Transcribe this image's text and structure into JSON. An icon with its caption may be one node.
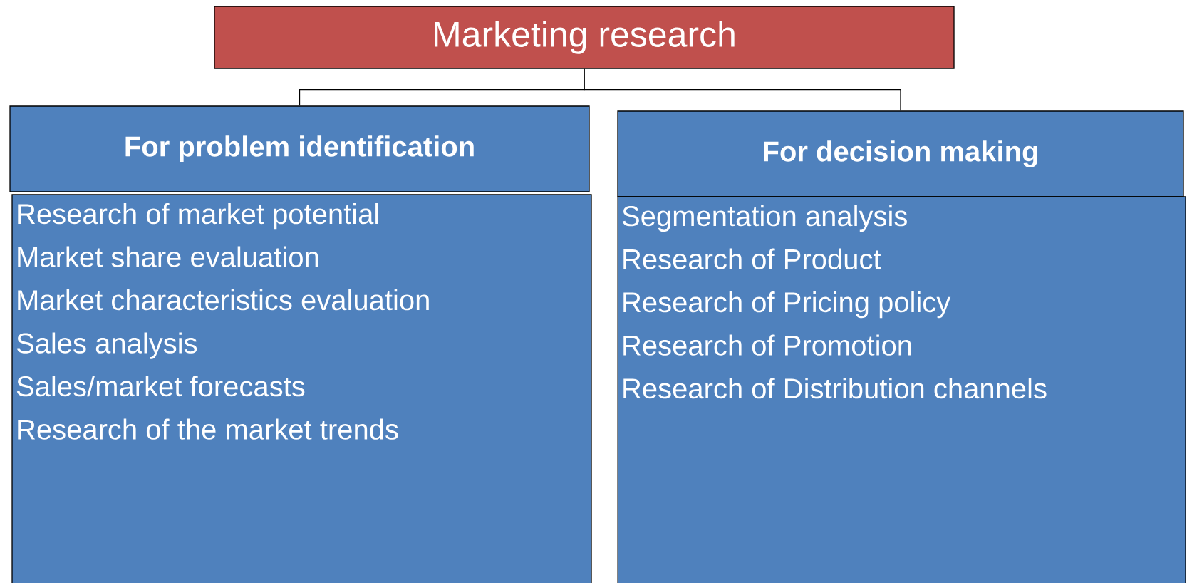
{
  "diagram": {
    "nodes": [
      {
        "text": [
          "Marketing research"
        ]
      },
      {
        "text": [
          "For problem identification"
        ]
      },
      {
        "text": [
          "Research of market potential",
          "Market share evaluation",
          "Market characteristics evaluation",
          "Sales analysis",
          "Sales/market forecasts",
          "Research of the market trends"
        ]
      },
      {
        "text": [
          "For decision making"
        ]
      },
      {
        "text": [
          "Segmentation analysis",
          "Research of Product",
          "Research of Pricing policy",
          "Research of Promotion",
          "Research of Distribution channels"
        ]
      }
    ],
    "edges": [
      {
        "from": 0,
        "to": 1,
        "arrow": "none"
      },
      {
        "from": 0,
        "to": 3,
        "arrow": "none"
      }
    ]
  }
}
